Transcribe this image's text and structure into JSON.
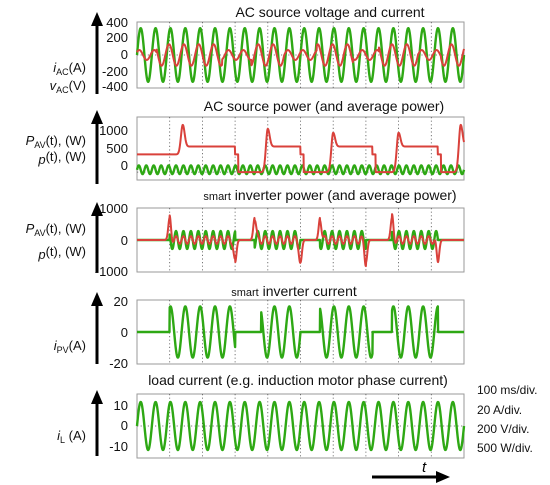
{
  "colors": {
    "red": "#d9413b",
    "green": "#2ea814",
    "olive": "#7a6a15",
    "frame": "#9a9a9a",
    "axis": "#000000"
  },
  "notes": [
    "100 ms/div.",
    "20 A/div.",
    "200 V/div.",
    "500 W/div."
  ],
  "time_label": "t",
  "chart_data": [
    {
      "type": "line",
      "title_parts": [
        "AC",
        "source",
        "voltage and current"
      ],
      "ylabel_lines": [
        {
          "main": "i",
          "sub": "AC",
          "rest": "(A)"
        },
        {
          "main": "v",
          "sub": "AC",
          "rest": "(V)"
        }
      ],
      "yticks": [
        "400",
        "200",
        "0",
        "-200",
        "-400"
      ],
      "ylim": [
        -400,
        400
      ],
      "grid": true,
      "series": [
        {
          "color": "green",
          "kind": "sine",
          "amp": 325,
          "cycles": 22
        },
        {
          "color": "red",
          "kind": "sine",
          "amp": 60,
          "cycles": 22,
          "burst_amp": 130,
          "bursts": [
            [
              0.06,
              0.26
            ],
            [
              0.35,
              0.45
            ],
            [
              0.55,
              0.66
            ],
            [
              0.74,
              0.86
            ],
            [
              0.93,
              1.0
            ]
          ]
        }
      ]
    },
    {
      "type": "line",
      "title_parts": [
        "AC",
        "source",
        "power (and average power)"
      ],
      "ylabel_lines": [
        {
          "main": "P",
          "sub": "AV",
          "rest": "(t), (W)"
        },
        {
          "main": "p",
          "sub": "",
          "rest": "(t), (W)"
        }
      ],
      "yticks": [
        "1000",
        "500",
        "0"
      ],
      "ylim": [
        -200,
        1400
      ],
      "grid": true,
      "series": [
        {
          "color": "green",
          "kind": "sine",
          "amp": 110,
          "offset": 60,
          "cycles": 44
        },
        {
          "color": "red",
          "kind": "steps",
          "levels": [
            [
              0.0,
              450
            ],
            [
              0.14,
              650
            ],
            [
              0.3,
              450
            ],
            [
              0.31,
              0
            ],
            [
              0.4,
              650
            ],
            [
              0.5,
              450
            ],
            [
              0.51,
              0
            ],
            [
              0.6,
              650
            ],
            [
              0.72,
              450
            ],
            [
              0.73,
              0
            ],
            [
              0.8,
              650
            ],
            [
              0.92,
              450
            ],
            [
              0.93,
              0
            ],
            [
              0.99,
              650
            ]
          ],
          "spikes": [
            [
              0.14,
              1200
            ],
            [
              0.4,
              1100
            ],
            [
              0.6,
              1000
            ],
            [
              0.8,
              1000
            ],
            [
              0.99,
              1200
            ]
          ]
        }
      ]
    },
    {
      "type": "line",
      "title_parts": [
        "smart",
        "inverter power (and average power)"
      ],
      "ylabel_lines": [
        {
          "main": "P",
          "sub": "AV",
          "rest": "(t), (W)"
        },
        {
          "main": "p",
          "sub": "",
          "rest": "(t), (W)"
        }
      ],
      "yticks": [
        "1000",
        "0",
        "-1000"
      ],
      "ylim": [
        -1000,
        1000
      ],
      "grid": true,
      "series": [
        {
          "color": "green",
          "kind": "bursts",
          "amp": 280,
          "cycles": 44,
          "bursts": [
            [
              0.1,
              0.3
            ],
            [
              0.36,
              0.5
            ],
            [
              0.56,
              0.7
            ],
            [
              0.78,
              0.92
            ]
          ]
        },
        {
          "color": "red",
          "kind": "pulses",
          "amp": 700,
          "times": [
            0.1,
            0.3,
            0.36,
            0.5,
            0.56,
            0.7,
            0.78,
            0.92
          ]
        }
      ]
    },
    {
      "type": "line",
      "title_parts": [
        "smart",
        "inverter current"
      ],
      "ylabel_lines": [
        {
          "main": "i",
          "sub": "PV",
          "rest": "(A)"
        }
      ],
      "yticks": [
        "20",
        "0",
        "-20"
      ],
      "ylim": [
        -20,
        20
      ],
      "grid": true,
      "series": [
        {
          "color": "green",
          "kind": "bursts",
          "amp": 16,
          "cycles": 22,
          "bursts": [
            [
              0.1,
              0.3
            ],
            [
              0.38,
              0.5
            ],
            [
              0.56,
              0.72
            ],
            [
              0.78,
              0.92
            ]
          ]
        }
      ]
    },
    {
      "type": "line",
      "title_parts": [
        "load current (e.g. induction motor phase current)"
      ],
      "ylabel_lines": [
        {
          "main": "i",
          "sub": "L",
          "rest": " (A)"
        }
      ],
      "yticks": [
        "10",
        "0",
        "-10"
      ],
      "ylim": [
        -14,
        14
      ],
      "grid": true,
      "series": [
        {
          "color": "green",
          "kind": "sine",
          "amp": 10.5,
          "cycles": 22
        }
      ]
    }
  ]
}
